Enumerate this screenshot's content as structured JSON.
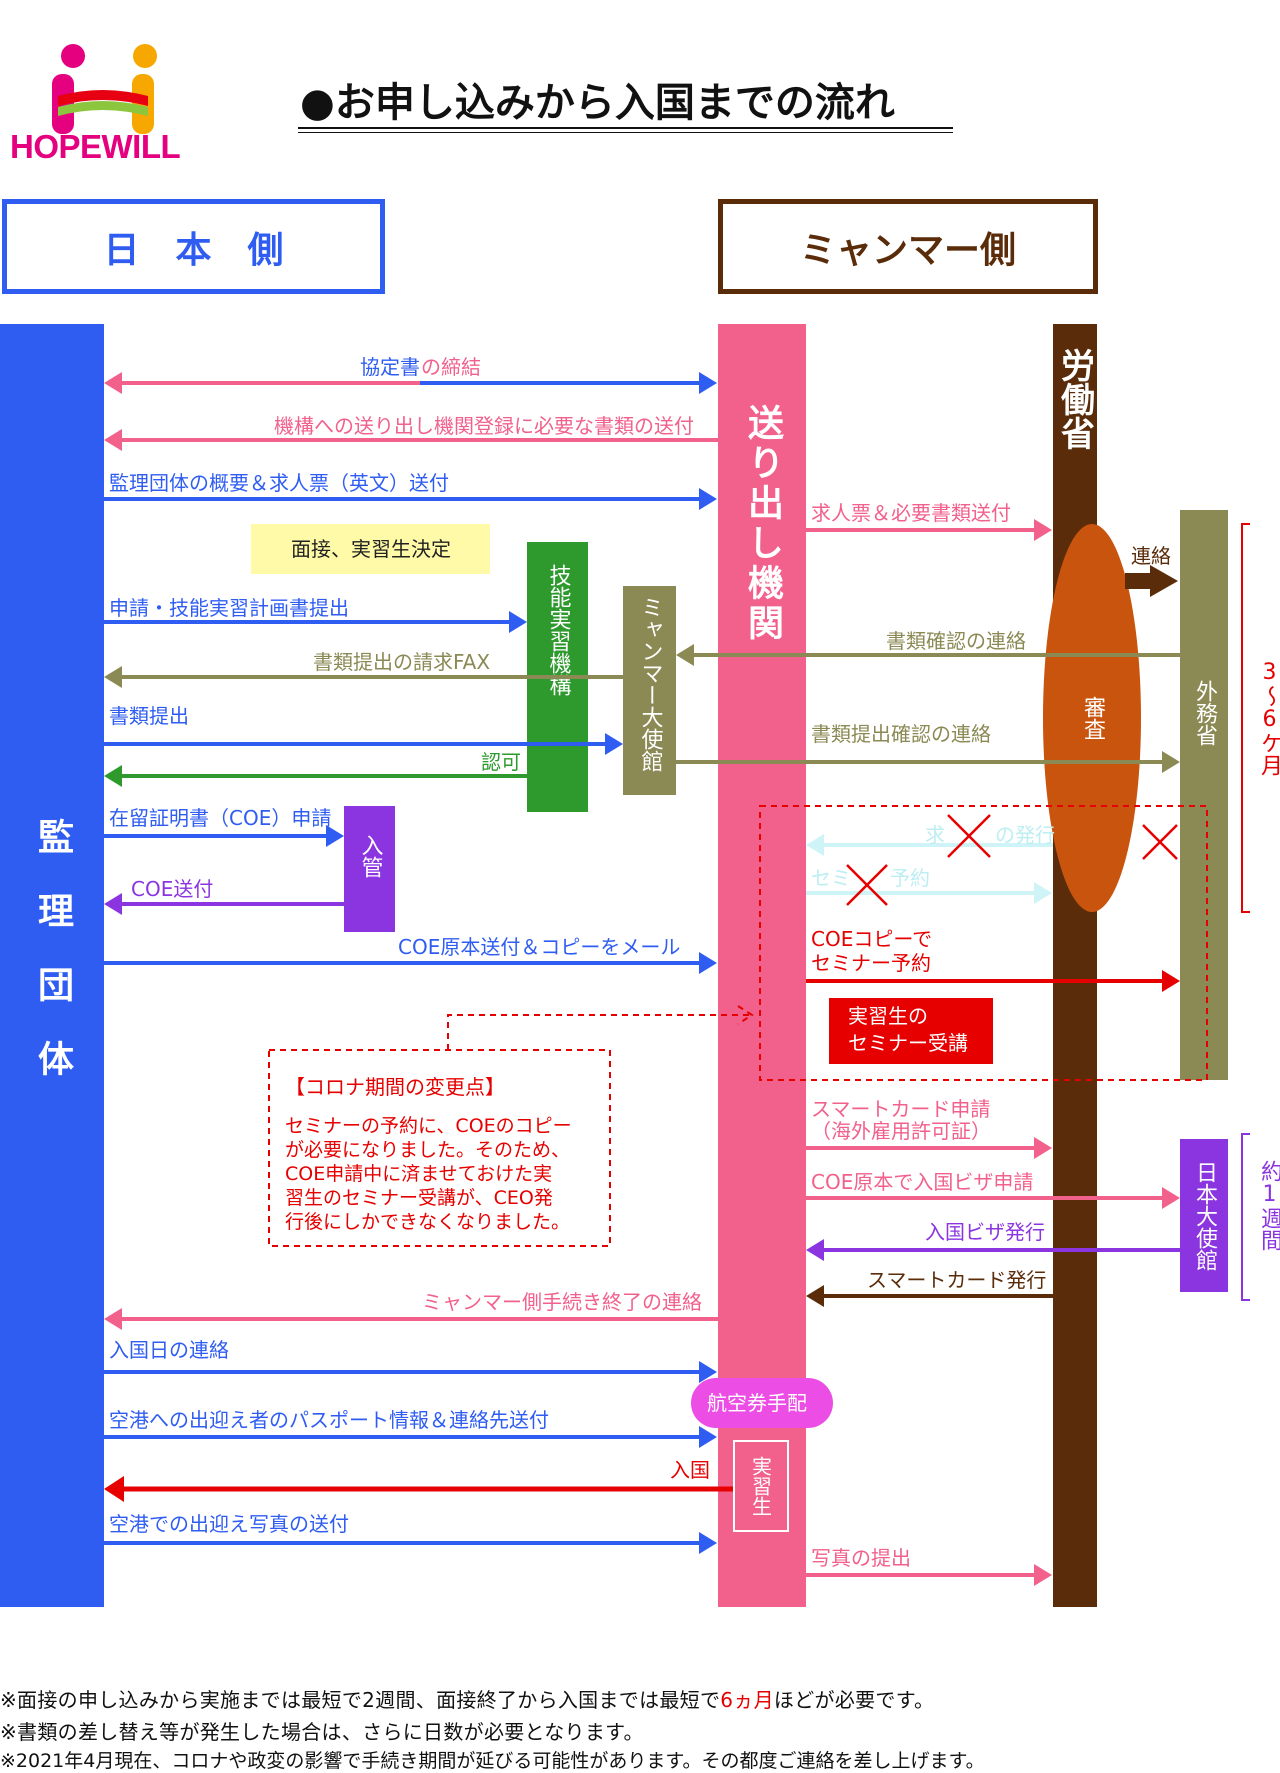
{
  "logo": {
    "brand": "HOPEWILL",
    "colors": [
      "#e4007f",
      "#f6a800",
      "#8cc63e",
      "#e60012"
    ]
  },
  "title": "●お申し込みから入国までの流れ",
  "headers": {
    "japan": "日　本　側",
    "myanmar": "ミャンマー側"
  },
  "columns": {
    "kanri": "監理団体",
    "okuridashi": "送り出し機関",
    "roudou": "労働省",
    "shinsa": "審査",
    "gaimu": "外務省",
    "ginou": "技能実習機構",
    "taishikan": "ミャンマー大使館",
    "nyukan": "入管",
    "nihon_taishikan": "日本大使館",
    "jisshusei": "実習生"
  },
  "labels": {
    "kyoutei_a": "協定書",
    "kyoutei_b": "の締結",
    "kikou": "機構への送り出し機関登録に必要な書類の送付",
    "gaiyou": "監理団体の概要＆求人票（英文）送付",
    "kyujin": "求人票＆必要書類送付",
    "mensetsu": "面接、実習生決定",
    "renraku": "連絡",
    "shinsei": "申請・技能実習計画書提出",
    "kakunin": "書類確認の連絡",
    "fax": "書類提出の請求FAX",
    "teishutsu": "書類提出",
    "teishutsu_kakunin": "書類提出確認の連絡",
    "ninka": "認可",
    "coe_shinsei": "在留証明書（COE）申請",
    "coe_soufu": "COE送付",
    "faded_1a": "求",
    "faded_1b": "の発行",
    "faded_2a": "セミ",
    "faded_2b": "予約",
    "coe_genpon": "COE原本送付＆コピーをメール",
    "coe_copy_1": "COEコピーで",
    "coe_copy_2": "セミナー予約",
    "seminar_1": "実習生の",
    "seminar_2": "セミナー受講",
    "smart_1": "スマートカード申請",
    "smart_2": "（海外雇用許可証）",
    "visa_shinsei": "COE原本で入国ビザ申請",
    "visa_hakkou": "入国ビザ発行",
    "smart_hakkou": "スマートカード発行",
    "shuryou": "ミャンマー側手続き終了の連絡",
    "nyukokubi": "入国日の連絡",
    "koukuuken": "航空券手配",
    "passport": "空港への出迎え者のパスポート情報＆連絡先送付",
    "nyukoku": "入国",
    "shashin_soufu": "空港での出迎え写真の送付",
    "shashin_teishutsu": "写真の提出",
    "period_1": "3〜6ケ月",
    "period_2": "約1週間"
  },
  "corona": {
    "title": "【コロナ期間の変更点】",
    "lines": [
      "セミナーの予約に、COEのコピー",
      "が必要になりました。そのため、",
      "COE申請中に済ませておけた実",
      "習生のセミナー受講が、CEO発",
      "行後にしかできなくなりました。"
    ]
  },
  "footnotes": {
    "note1_a": "※面接の申し込みから実施までは最短で2週間、面接終了から入国までは最短で",
    "note1_b": "6ヵ月",
    "note1_c": "ほどが必要です。",
    "note2": "※書類の差し替え等が発生した場合は、さらに日数が必要となります。",
    "note3": "※2021年4月現在、コロナや政変の影響で手続き期間が延びる可能性があります。その都度ご連絡を差し上げます。"
  },
  "colors": {
    "blue": "#2f5df2",
    "pink": "#f2608c",
    "brown": "#5a2c0a",
    "olive": "#8b8a55",
    "green": "#2e9a2e",
    "purple": "#8a35e0",
    "red": "#e60000",
    "orange": "#c9540e"
  }
}
